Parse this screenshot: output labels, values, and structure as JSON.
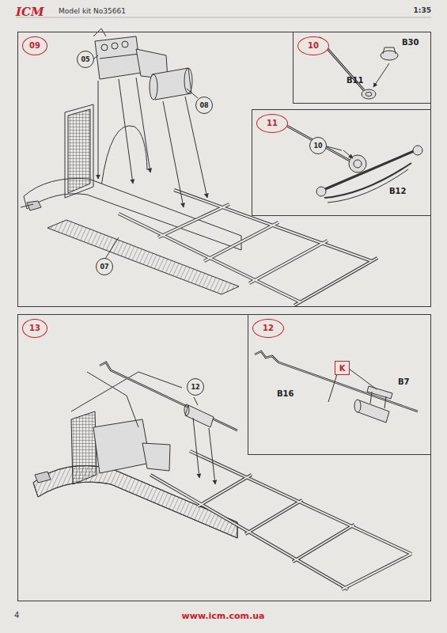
{
  "diagram": {
    "nodes": [
      {
        "text": [
          "09"
        ]
      },
      {
        "text": [
          "05"
        ],
        "in": 0
      },
      {
        "text": [
          "08"
        ],
        "in": 0
      },
      {
        "text": [
          "07"
        ],
        "in": 0
      },
      {
        "text": [
          "10"
        ],
        "in": 0
      },
      {
        "text": [
          "11"
        ],
        "in": 0
      },
      {
        "text": [
          "10"
        ],
        "in": 5
      },
      {
        "text": [
          "13"
        ]
      },
      {
        "text": [
          "12"
        ],
        "in": 7
      },
      {
        "text": [
          "12"
        ],
        "in": 7
      },
      {
        "text": [
          "K"
        ],
        "in": 9
      }
    ],
    "labels": [
      "ICM",
      "Model kit No35661",
      "1:35",
      "B30",
      "B11",
      "B12",
      "B16",
      "B7",
      "4",
      "www.icm.com.ua"
    ]
  }
}
